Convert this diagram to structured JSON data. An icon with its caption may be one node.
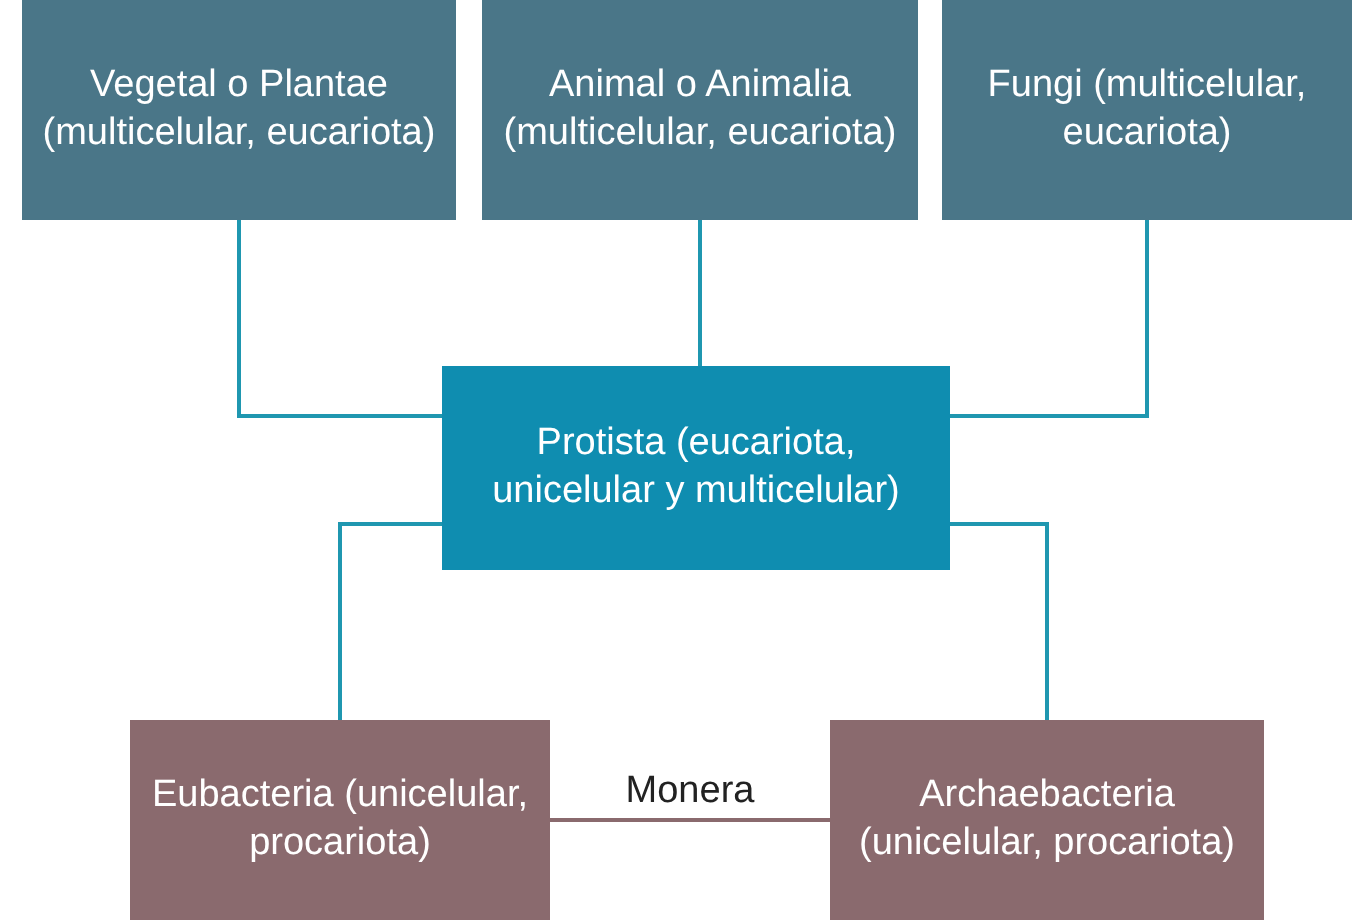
{
  "diagram": {
    "nodes": [
      {
        "text": [
          "Vegetal o Plantae (multicelular, eucariota)"
        ]
      },
      {
        "text": [
          "Animal o Animalia (multicelular, eucariota)"
        ]
      },
      {
        "text": [
          "Fungi (multicelular, eucariota)"
        ]
      },
      {
        "text": [
          "Protista (eucariota, unicelular y multicelular)"
        ]
      },
      {
        "text": [
          "Eubacteria (unicelular, procariota)"
        ]
      },
      {
        "text": [
          "Archaebacteria (unicelular, procariota)"
        ]
      }
    ],
    "edges": [
      {
        "from": 0,
        "to": 3,
        "arrow": "none"
      },
      {
        "from": 1,
        "to": 3,
        "arrow": "none"
      },
      {
        "from": 2,
        "to": 3,
        "arrow": "none"
      },
      {
        "from": 3,
        "to": 4,
        "arrow": "none"
      },
      {
        "from": 3,
        "to": 5,
        "arrow": "none"
      },
      {
        "from": 4,
        "to": 5,
        "arrow": "none",
        "label": "Monera",
        "color": "#8a6a6e"
      }
    ]
  }
}
